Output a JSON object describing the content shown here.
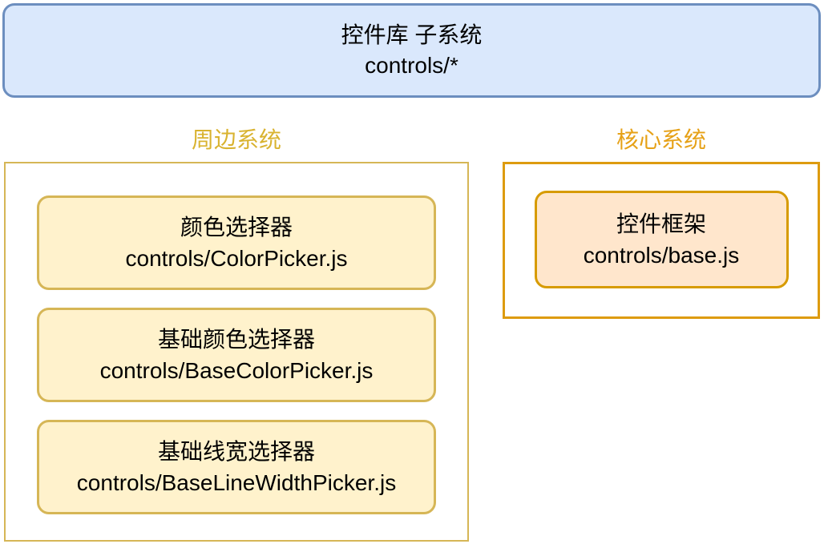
{
  "diagram": {
    "title_box": {
      "line1": "控件库 子系统",
      "line2": "controls/*"
    },
    "peripheral": {
      "label": "周边系统",
      "boxes": [
        {
          "line1": "颜色选择器",
          "line2": "controls/ColorPicker.js"
        },
        {
          "line1": "基础颜色选择器",
          "line2": "controls/BaseColorPicker.js"
        },
        {
          "line1": "基础线宽选择器",
          "line2": "controls/BaseLineWidthPicker.js"
        }
      ]
    },
    "core": {
      "label": "核心系统",
      "boxes": [
        {
          "line1": "控件框架",
          "line2": "controls/base.js"
        }
      ]
    },
    "colors": {
      "title_fill": "#dae8fc",
      "title_border": "#6c8ebf",
      "yellow_fill": "#fff2cc",
      "yellow_border": "#d6b656",
      "orange_fill": "#ffe6cc",
      "orange_border": "#d79b00",
      "peripheral_label": "#d9b330",
      "core_label": "#e6a117",
      "text": "#000000"
    }
  }
}
